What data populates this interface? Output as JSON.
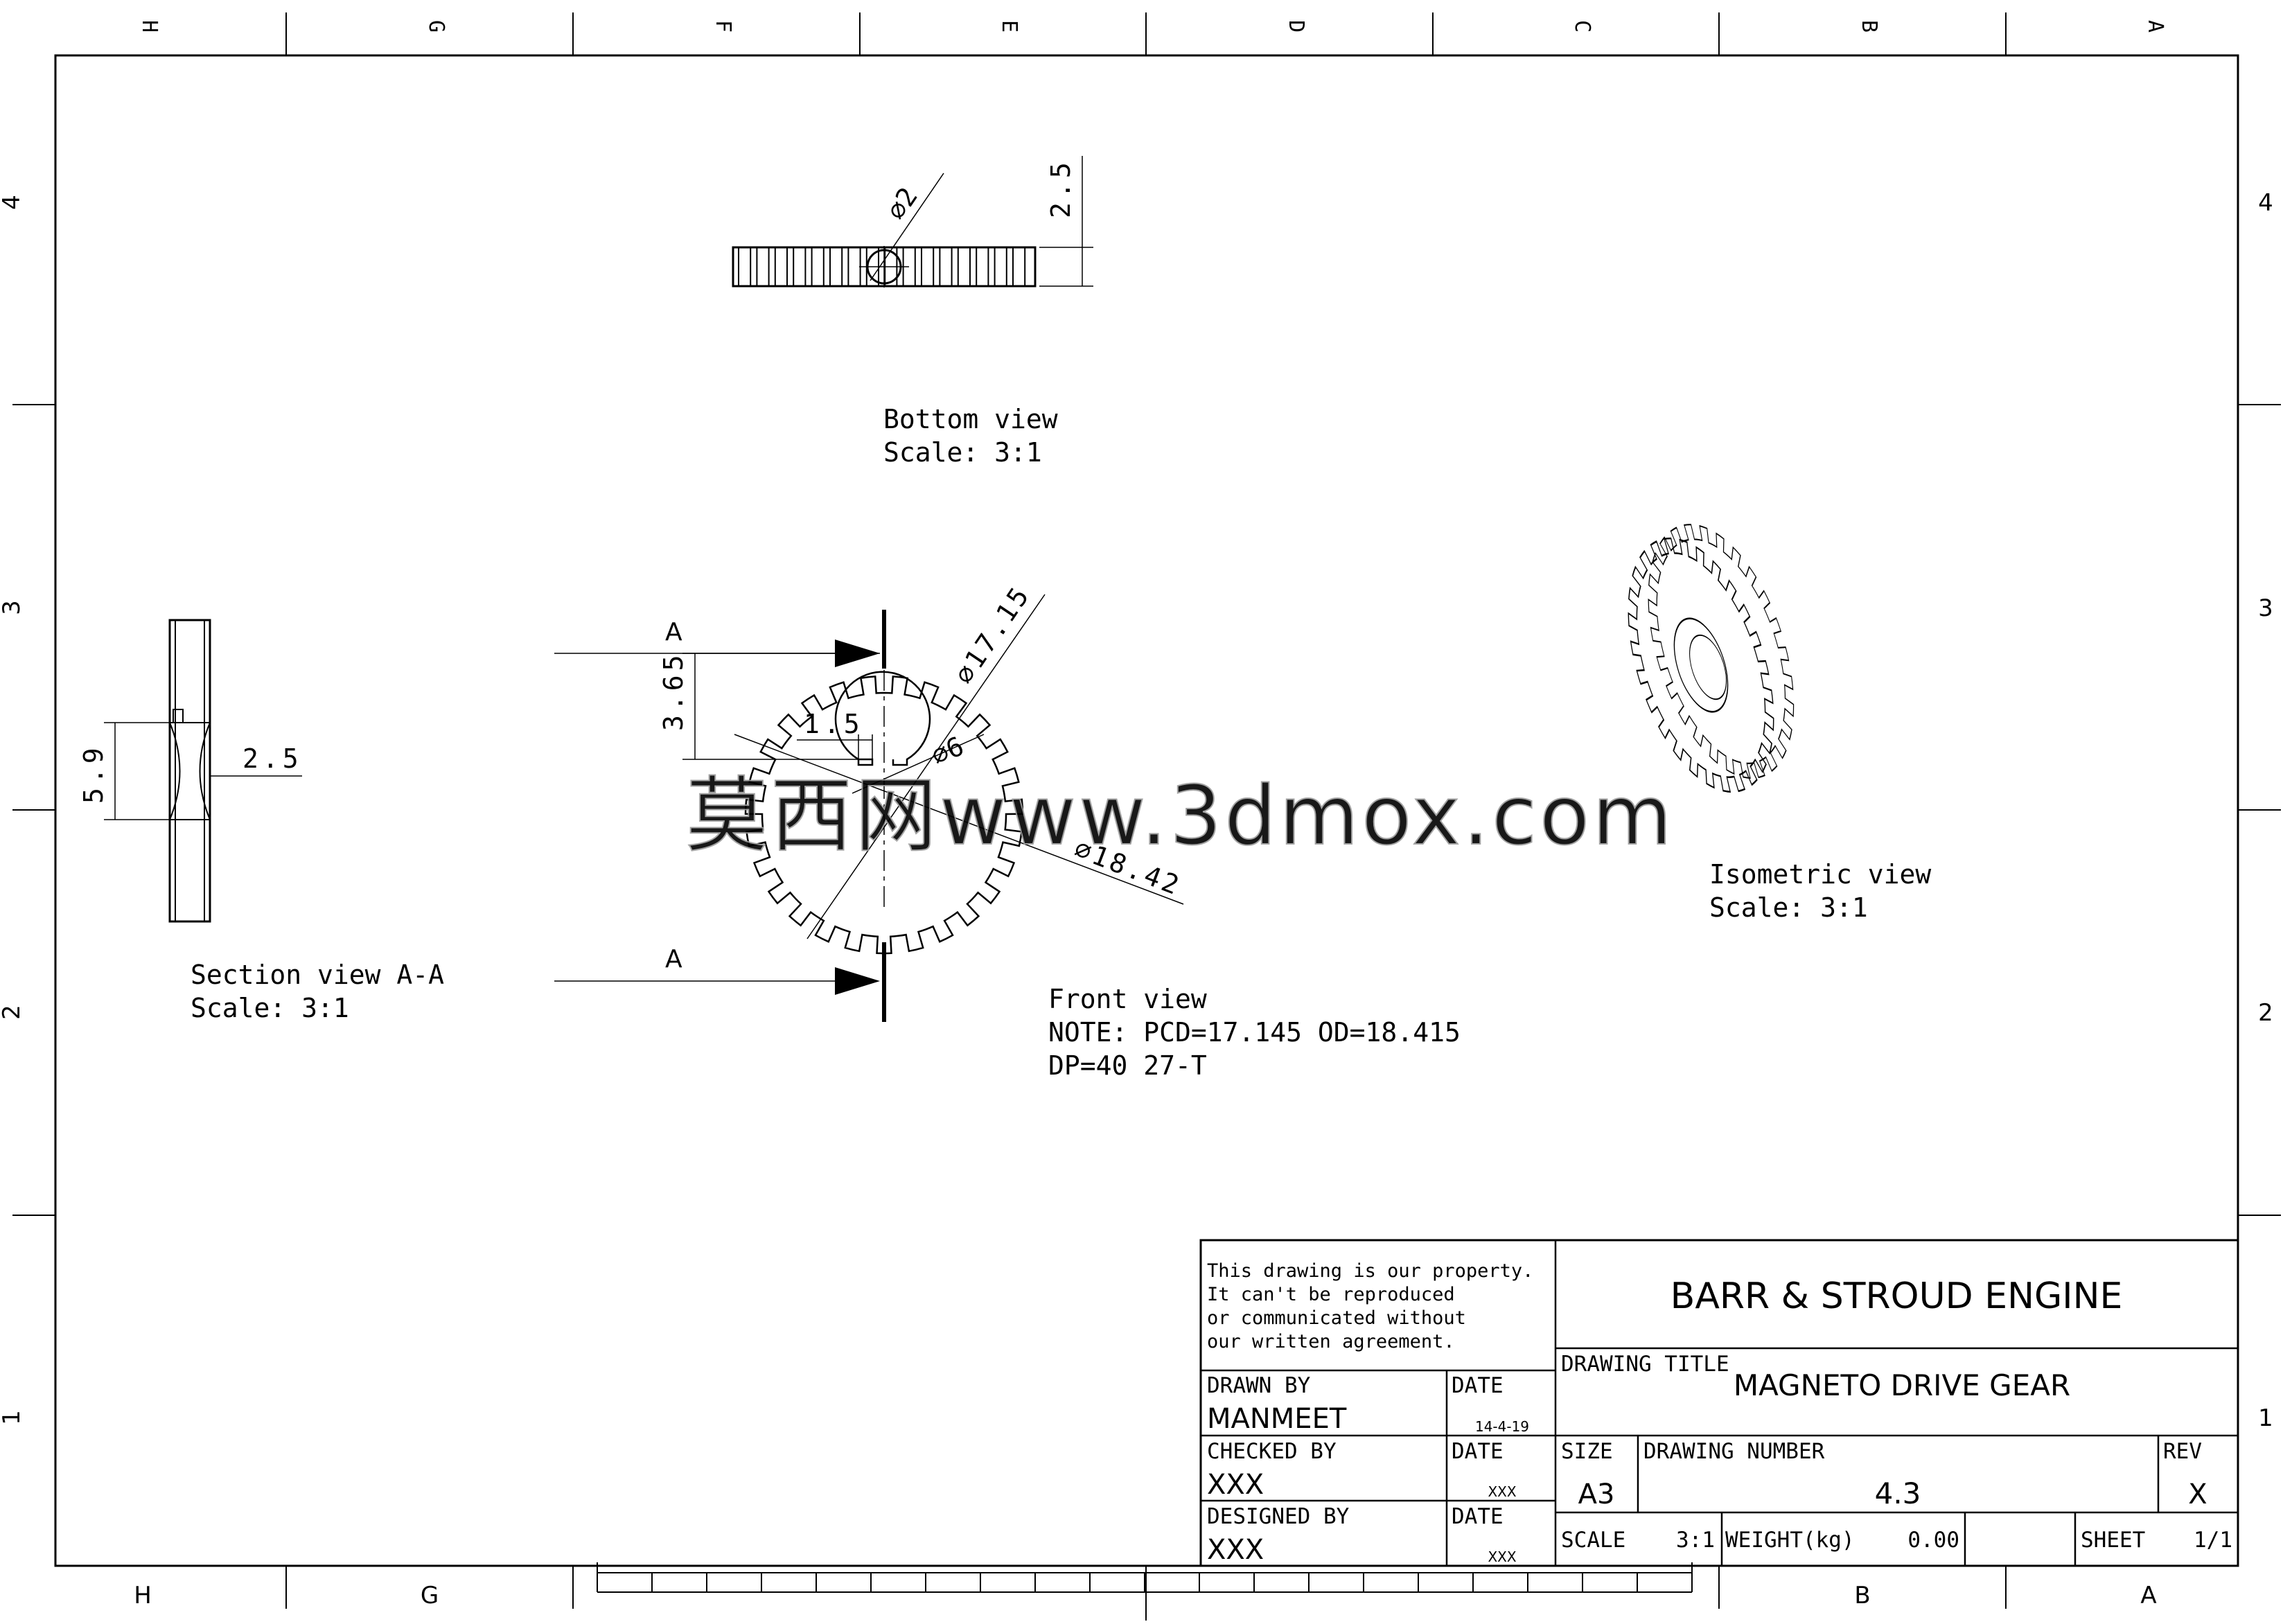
{
  "border": {
    "columns": [
      "H",
      "G",
      "F",
      "E",
      "D",
      "C",
      "B",
      "A"
    ],
    "bottom_columns": [
      "H",
      "G",
      "B",
      "A"
    ],
    "rows": [
      "4",
      "3",
      "2",
      "1"
    ]
  },
  "views": {
    "bottom": {
      "title": "Bottom view",
      "scale": "Scale:  3:1",
      "dim_hole": "⌀2",
      "dim_height": "2.5"
    },
    "section": {
      "title": "Section view A-A",
      "scale": "Scale:  3:1",
      "dim_bore": "5.9",
      "dim_width": "2.5"
    },
    "front": {
      "title": "Front view",
      "note1": "NOTE: PCD=17.145 OD=18.415",
      "note2": "DP=40 27-T",
      "section_label": "A",
      "dim_pcd": "⌀17.15",
      "dim_od": "⌀18.42",
      "dim_bore": "⌀6",
      "dim_keyway_depth": "3.65",
      "dim_keyway_width": "1.5"
    },
    "isometric": {
      "title": "Isometric view",
      "scale": "Scale:  3:1"
    }
  },
  "watermark": "莫西网www.3dmox.com",
  "title_block": {
    "property_note": [
      "This drawing is our property.",
      "It can't be reproduced",
      "or communicated without",
      "our written agreement."
    ],
    "company": "BARR & STROUD ENGINE",
    "drawing_title_label": "DRAWING TITLE",
    "drawing_title": "MAGNETO DRIVE GEAR",
    "drawn_by_label": "DRAWN BY",
    "drawn_by": "MANMEET",
    "drawn_date_label": "DATE",
    "drawn_date": "14-4-19",
    "checked_by_label": "CHECKED BY",
    "checked_by": "XXX",
    "checked_date_label": "DATE",
    "checked_date": "XXX",
    "designed_by_label": "DESIGNED BY",
    "designed_by": "XXX",
    "designed_date_label": "DATE",
    "designed_date": "XXX",
    "size_label": "SIZE",
    "size": "A3",
    "drawing_number_label": "DRAWING NUMBER",
    "drawing_number": "4.3",
    "rev_label": "REV",
    "rev": "X",
    "scale_label": "SCALE",
    "scale": "3:1",
    "weight_label": "WEIGHT(kg)",
    "weight": "0.00",
    "sheet_label": "SHEET",
    "sheet": "1/1"
  }
}
